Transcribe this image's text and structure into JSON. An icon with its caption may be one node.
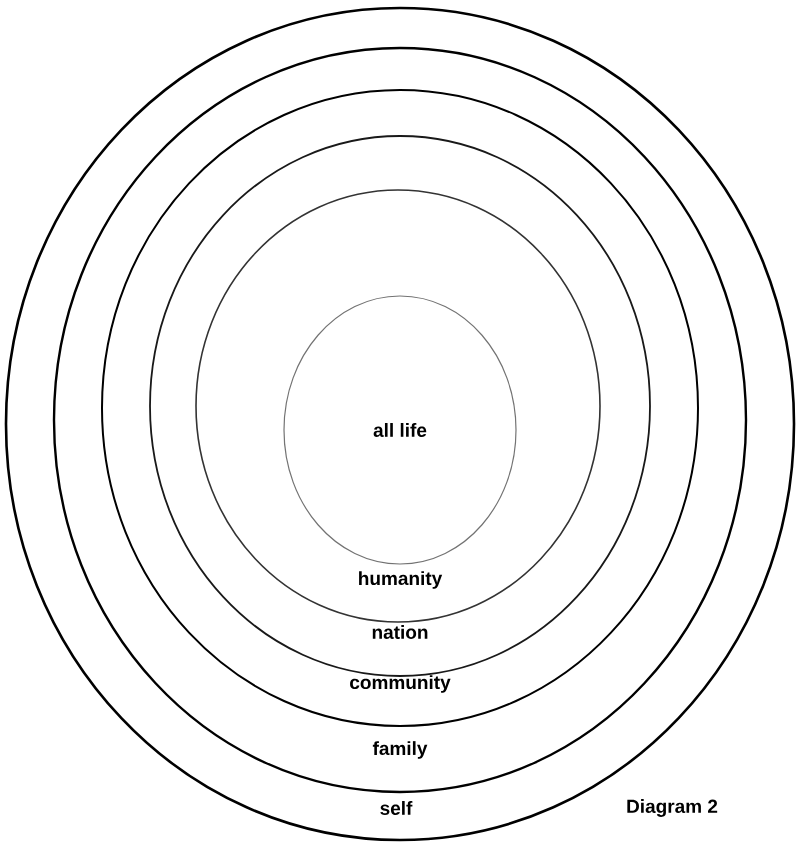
{
  "diagram": {
    "caption": "Diagram 2",
    "nodes": [
      {
        "text": [
          "self"
        ]
      },
      {
        "text": [
          "family"
        ],
        "in": 0
      },
      {
        "text": [
          "community"
        ],
        "in": 1
      },
      {
        "text": [
          "nation"
        ],
        "in": 2
      },
      {
        "text": [
          "humanity"
        ],
        "in": 3
      },
      {
        "text": [
          "all life"
        ],
        "in": 4
      }
    ]
  }
}
